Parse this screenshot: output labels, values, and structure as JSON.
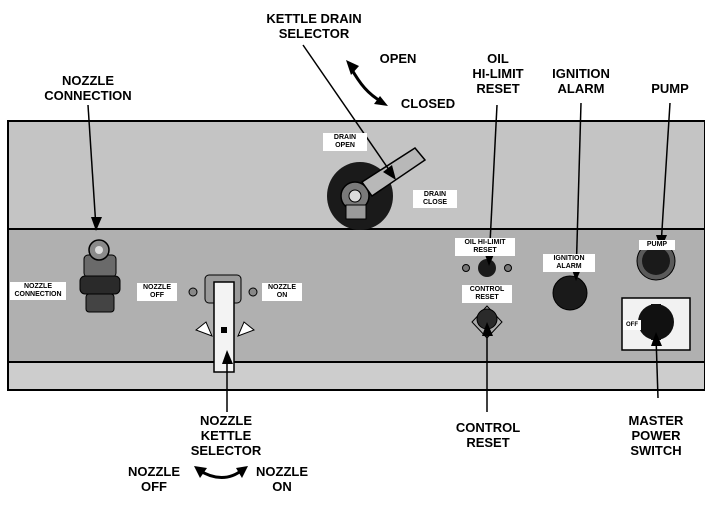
{
  "callouts": {
    "kettle_drain_selector": "KETTLE DRAIN\nSELECTOR",
    "open": "OPEN",
    "closed": "CLOSED",
    "nozzle_connection": "NOZZLE\nCONNECTION",
    "oil_hi_limit_reset": "OIL\nHI-LIMIT\nRESET",
    "ignition_alarm": "IGNITION\nALARM",
    "pump": "PUMP",
    "nozzle_kettle_selector": "NOZZLE\nKETTLE\nSELECTOR",
    "nozzle_off": "NOZZLE\nOFF",
    "nozzle_on": "NOZZLE\nON",
    "control_reset": "CONTROL\nRESET",
    "master_power_switch": "MASTER\nPOWER\nSWITCH"
  },
  "panel_labels": {
    "drain_open": "DRAIN\nOPEN",
    "drain_close": "DRAIN\nCLOSE",
    "nozzle_connection": "NOZZLE\nCONNECTION",
    "nozzle_off": "NOZZLE\nOFF",
    "nozzle_on": "NOZZLE\nON",
    "oil_hi_limit_reset": "OIL HI-LIMIT\nRESET",
    "control_reset": "CONTROL\nRESET",
    "ignition_alarm": "IGNITION\nALARM",
    "pump": "PUMP",
    "switch_off": "OFF"
  },
  "colors": {
    "panel_upper": "#c4c4c4",
    "panel_lower": "#b3b3b3",
    "panel_bottom": "#cdcdcd",
    "knob": "#1a1a1a",
    "line": "#000000"
  }
}
